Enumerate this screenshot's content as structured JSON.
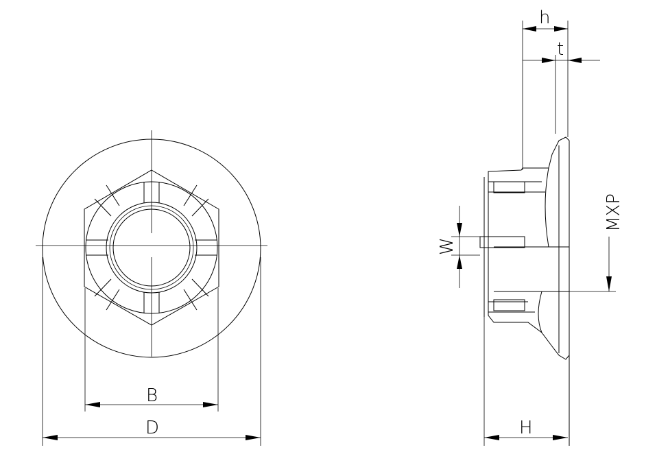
{
  "drawing": {
    "labels": {
      "B": "B",
      "D": "D",
      "h": "h",
      "t": "t",
      "W": "W",
      "MXP": "MXP",
      "H": "H"
    },
    "colors": {
      "line": "#000000",
      "background": "#ffffff"
    }
  }
}
